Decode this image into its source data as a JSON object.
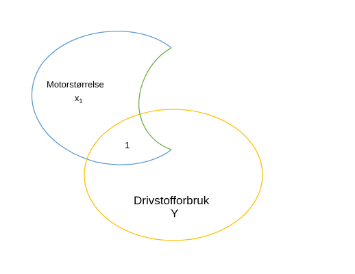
{
  "diagram": {
    "set_a": {
      "name": "Motorstørrelse",
      "symbol": "x",
      "symbol_subscript": "1",
      "stroke_color": "#5b9bd5"
    },
    "set_b": {
      "name": "Drivstofforbruk",
      "symbol": "Y",
      "stroke_color": "#ffc000"
    },
    "overlap": {
      "label": "1",
      "stroke_color": "#70ad47"
    }
  }
}
